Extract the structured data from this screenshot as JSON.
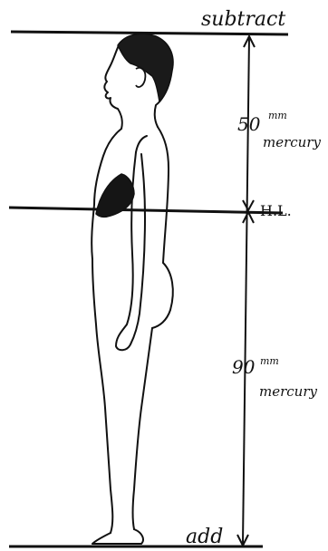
{
  "labels": {
    "top": "subtract",
    "middle": "H.L.",
    "bottom": "add",
    "upper_value": "50",
    "upper_unit_sup": "mm",
    "upper_unit": "mercury",
    "lower_value": "90",
    "lower_unit_sup": "mm",
    "lower_unit": "mercury"
  }
}
